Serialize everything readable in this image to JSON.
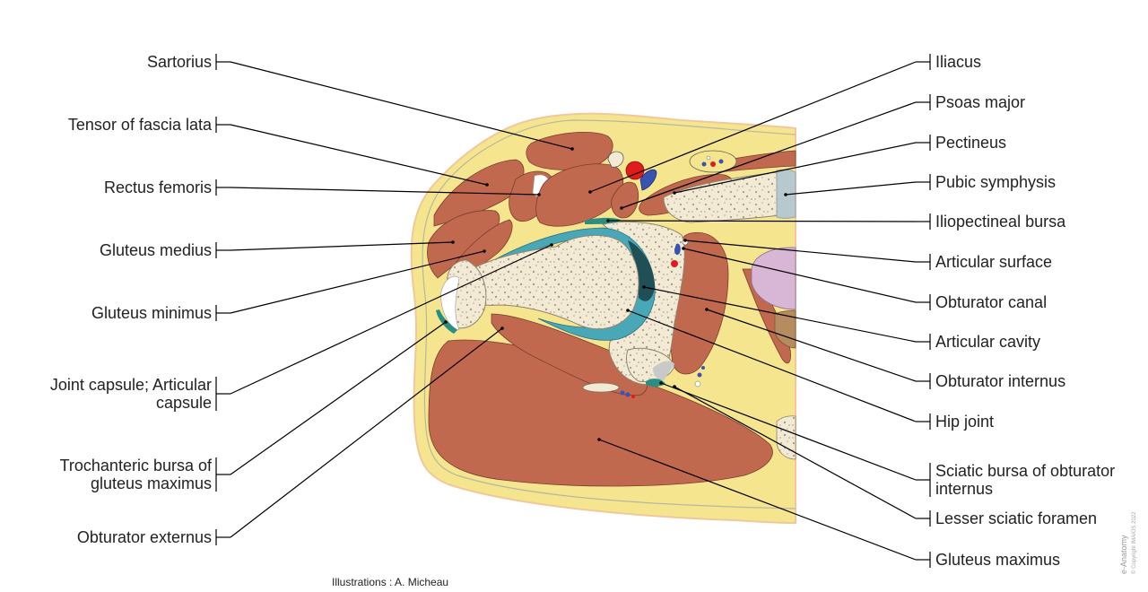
{
  "labels_left": [
    {
      "lines": [
        "Sartorius"
      ]
    },
    {
      "lines": [
        "Tensor of fascia lata"
      ]
    },
    {
      "lines": [
        "Rectus femoris"
      ]
    },
    {
      "lines": [
        "Gluteus medius"
      ]
    },
    {
      "lines": [
        "Gluteus minimus"
      ]
    },
    {
      "lines": [
        "Joint capsule; Articular",
        "capsule"
      ]
    },
    {
      "lines": [
        "Trochanteric bursa of",
        "gluteus maximus"
      ]
    },
    {
      "lines": [
        "Obturator externus"
      ]
    }
  ],
  "labels_right": [
    {
      "lines": [
        "Iliacus"
      ]
    },
    {
      "lines": [
        "Psoas major"
      ]
    },
    {
      "lines": [
        "Pectineus"
      ]
    },
    {
      "lines": [
        "Pubic symphysis"
      ]
    },
    {
      "lines": [
        "Iliopectineal bursa"
      ]
    },
    {
      "lines": [
        "Articular surface"
      ]
    },
    {
      "lines": [
        "Obturator canal"
      ]
    },
    {
      "lines": [
        "Articular cavity"
      ]
    },
    {
      "lines": [
        "Obturator internus"
      ]
    },
    {
      "lines": [
        "Hip joint"
      ]
    },
    {
      "lines": [
        "Sciatic bursa of obturator",
        "internus"
      ]
    },
    {
      "lines": [
        "Lesser sciatic foramen"
      ]
    },
    {
      "lines": [
        "Gluteus maximus"
      ]
    }
  ],
  "credit": "Illustrations : A. Micheau",
  "watermark": {
    "brand": "e-Anatomy",
    "copyright": "© Copyright IMAIOS 2022"
  },
  "colors": {
    "fat": "#f5e58f",
    "skin": "#f0c89a",
    "muscle": "#c0694f",
    "bone": "#f2ead4",
    "cartilage": "#48a8b8",
    "bladder": "#d8b7d6",
    "artery": "#e11b1b",
    "vein": "#3953b3"
  }
}
